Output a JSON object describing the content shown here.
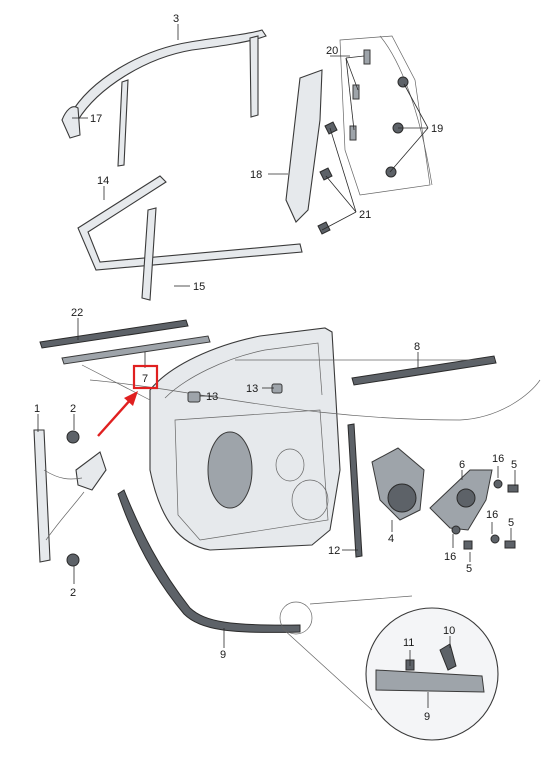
{
  "diagram": {
    "callouts": {
      "c1": "1",
      "c2a": "2",
      "c2b": "2",
      "c3": "3",
      "c4": "4",
      "c5a": "5",
      "c5b": "5",
      "c5c": "5",
      "c6": "6",
      "c7": "7",
      "c8": "8",
      "c9a": "9",
      "c9b": "9",
      "c10": "10",
      "c11": "11",
      "c12": "12",
      "c13": "13",
      "c14": "14",
      "c15": "15",
      "c16a": "16",
      "c16b": "16",
      "c16c": "16",
      "c17": "17",
      "c18": "18",
      "c19": "19",
      "c20": "20",
      "c21": "21",
      "c22": "22"
    },
    "highlight": {
      "part": "7",
      "color": "#e02020"
    }
  }
}
